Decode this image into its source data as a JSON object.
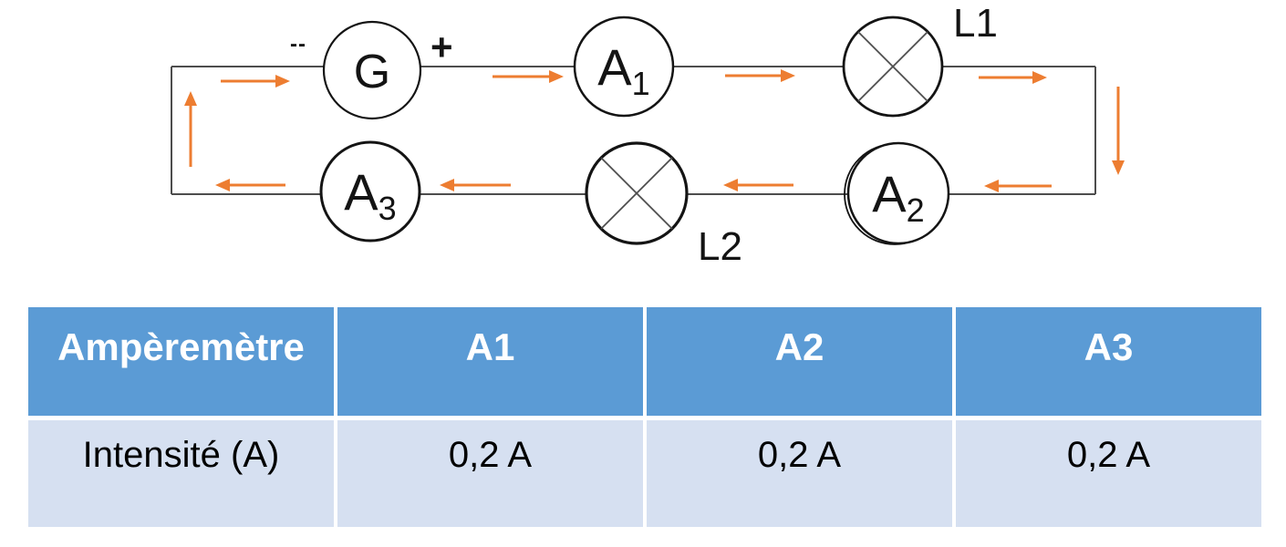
{
  "theme": {
    "accent": "#ED7D31",
    "wire": "#4d4d4d",
    "ink": "#141414",
    "header_bg": "#5B9BD5",
    "header_text": "#FFFFFF",
    "body_bg": "#D6E0F1",
    "body_text": "#000000",
    "canvas": "#FFFFFF"
  },
  "circuit": {
    "generator": {
      "label": "G",
      "minus": "--",
      "plus": "+"
    },
    "ammeters": [
      {
        "letter": "A",
        "sub": "1"
      },
      {
        "letter": "A",
        "sub": "2"
      },
      {
        "letter": "A",
        "sub": "3"
      }
    ],
    "lamps": [
      {
        "label": "L1"
      },
      {
        "label": "L2"
      }
    ],
    "current_direction": "clockwise"
  },
  "table": {
    "header": [
      "Ampèremètre",
      "A1",
      "A2",
      "A3"
    ],
    "rows": [
      [
        "Intensité (A)",
        "0,2 A",
        "0,2 A",
        "0,2 A"
      ]
    ]
  }
}
